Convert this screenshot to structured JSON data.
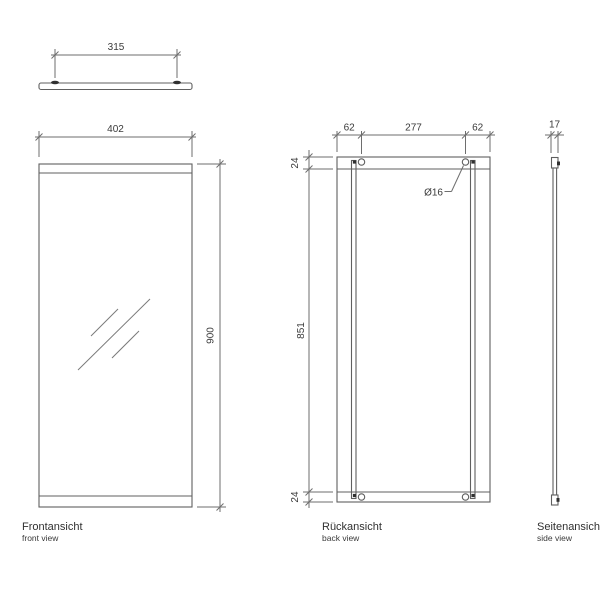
{
  "views": {
    "top_profile": {
      "dim_mount_spacing": "315"
    },
    "front": {
      "label": "Frontansicht",
      "sublabel": "front view",
      "dim_width": "402",
      "dim_height": "900"
    },
    "back": {
      "label": "Rückansicht",
      "sublabel": "back view",
      "dim_left_offset": "62",
      "dim_hole_spacing": "277",
      "dim_right_offset": "62",
      "dim_top_offset": "24",
      "dim_inner_height": "851",
      "dim_bottom_offset": "24",
      "hole_diameter_label": "Ø16"
    },
    "side": {
      "label": "Seitenansicht",
      "sublabel": "side view",
      "dim_thickness": "17"
    }
  },
  "colors": {
    "background": "#ffffff",
    "object_line": "#5f5f5f",
    "dimension_line": "#6e6e6e",
    "text": "#3a3a3a",
    "fastener": "#303030"
  }
}
